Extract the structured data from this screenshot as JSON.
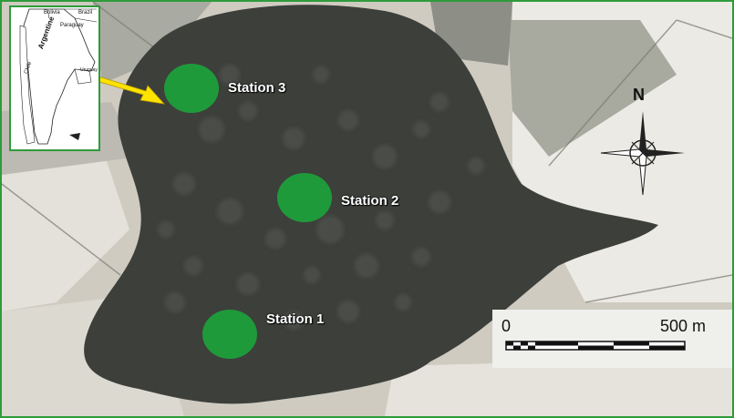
{
  "stations": [
    {
      "label": "Station 3"
    },
    {
      "label": "Station 2"
    },
    {
      "label": "Station 1"
    }
  ],
  "inset": {
    "countries": [
      "Bolivia",
      "Brazil",
      "Paraguay",
      "Argentine",
      "Chile",
      "Uruguay"
    ]
  },
  "north_label": "N",
  "scale": {
    "start": "0",
    "end": "500 m"
  },
  "colors": {
    "frame": "#2e9b3a",
    "station_marker": "#1f9a3b",
    "pointer_arrow": "#ffe400",
    "lagoon": "#3d3f3b"
  }
}
